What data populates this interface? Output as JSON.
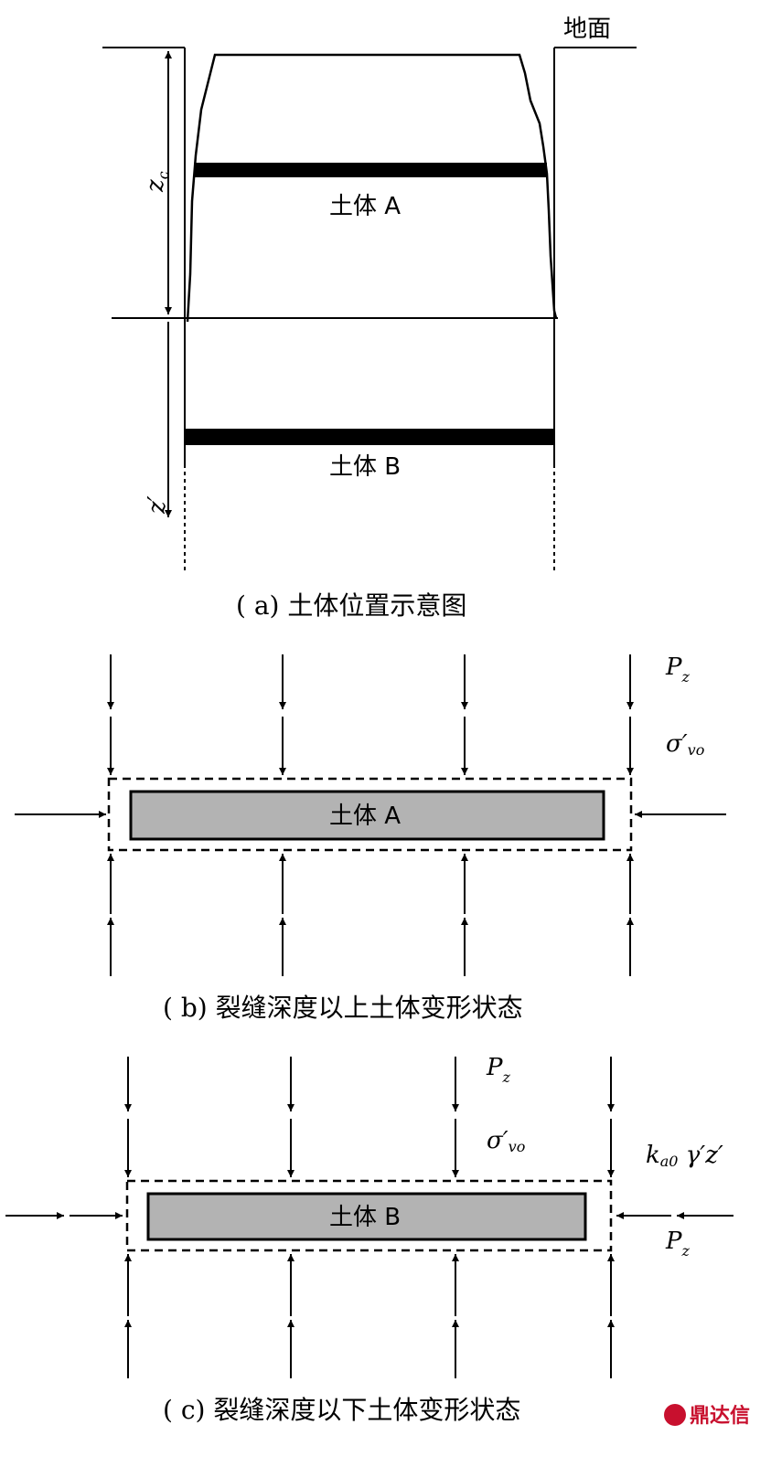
{
  "panel_a": {
    "ground_label": "地面",
    "soil_a_label": "土体 A",
    "soil_b_label": "土体 B",
    "zc_symbol": "z",
    "zc_sub": "c",
    "zprime_symbol": "z′",
    "caption": "( a)  土体位置示意图"
  },
  "panel_b": {
    "soil_label": "土体 A",
    "pz_symbol": "P",
    "pz_sub": "z",
    "sigma_symbol": "σ′",
    "sigma_sub": "vo",
    "caption": "( b)  裂缝深度以上土体变形状态"
  },
  "panel_c": {
    "soil_label": "土体 B",
    "pz_symbol": "P",
    "pz_sub": "z",
    "sigma_symbol": "σ′",
    "sigma_sub": "vo",
    "ka_symbol": "k",
    "ka_sub": "a0",
    "ka_rest": " γ′z′",
    "pz2_symbol": "P",
    "pz2_sub": "z",
    "caption": "( c)  裂缝深度以下土体变形状态"
  },
  "watermark": "鼎达信",
  "colors": {
    "soil_fill": "#b3b3b3",
    "line": "#000000",
    "watermark": "#c8102e"
  }
}
